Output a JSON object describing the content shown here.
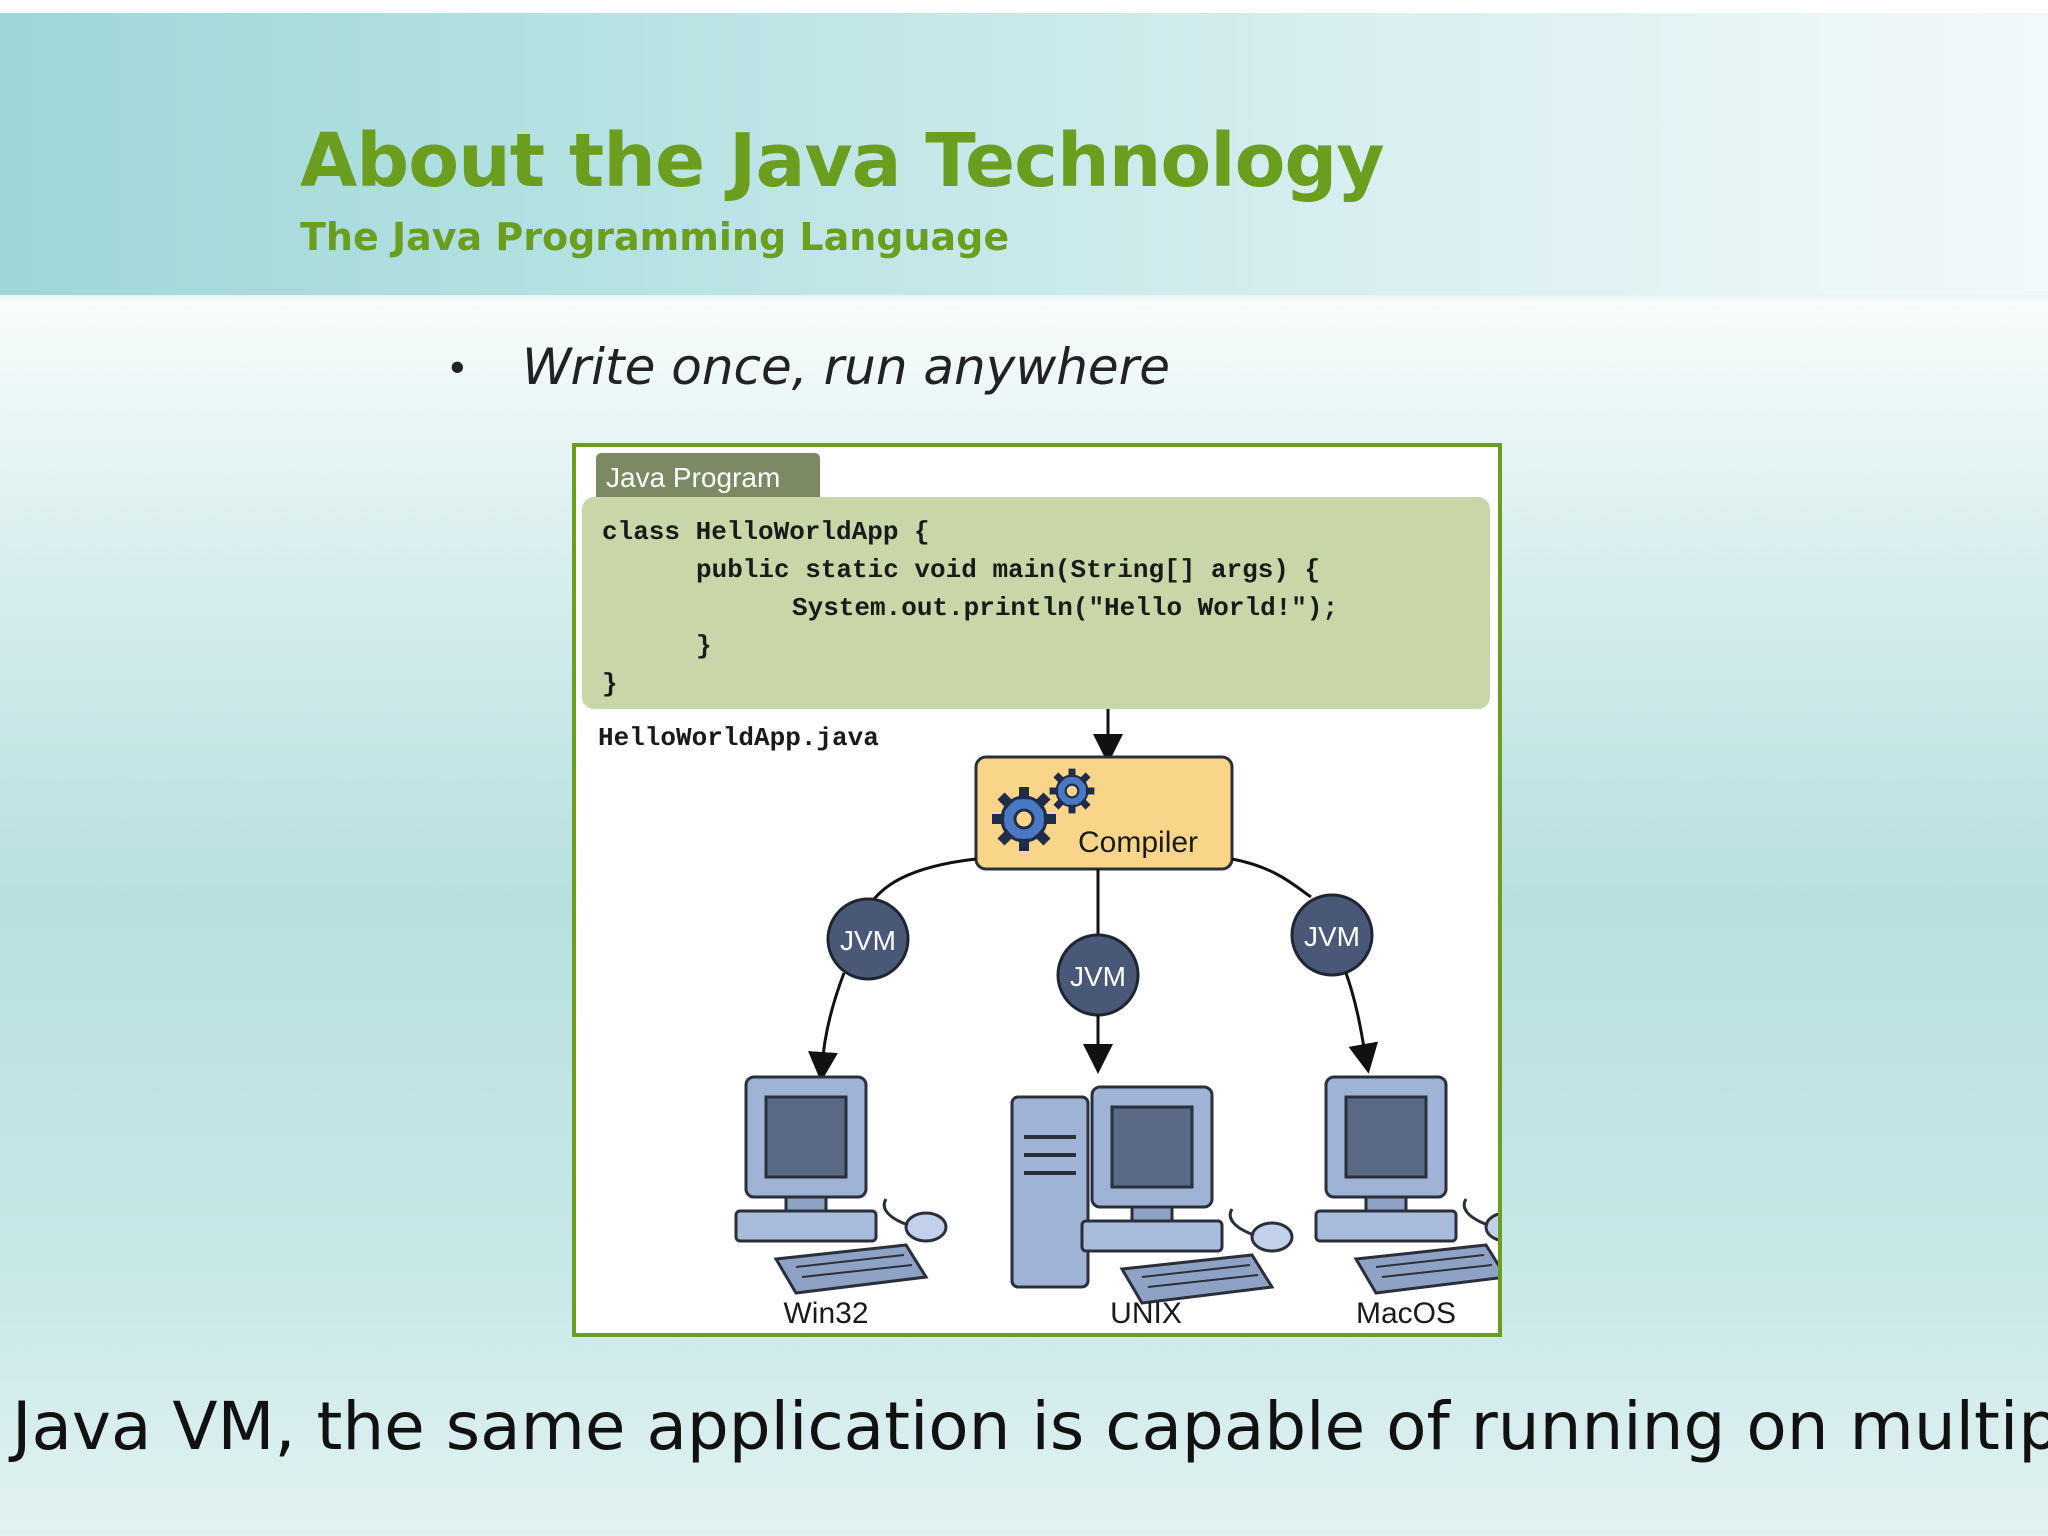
{
  "slide": {
    "title": "About the Java Technology",
    "subtitle": "The Java Programming Language",
    "bullet": "Write once, run anywhere",
    "caption": "Java VM, the same application is capable of running on multip"
  },
  "diagram": {
    "program_tab": "Java Program",
    "code_lines": [
      "class HelloWorldApp {",
      "public static void main(String[] args) {",
      "System.out.println(\"Hello World!\");",
      "}",
      "}"
    ],
    "file_name": "HelloWorldApp.java",
    "compiler_label": "Compiler",
    "jvm_label": "JVM",
    "platforms": [
      "Win32",
      "UNIX",
      "MacOS"
    ],
    "colors": {
      "border": "#6b9e1f",
      "code_bg": "#c9d6a8",
      "tab_bg": "#7b8a63",
      "compiler_fill": "#f9d589",
      "gear": "#4a78c2",
      "jvm_circle": "#4a5878",
      "computer": "#9fb3d6"
    }
  }
}
